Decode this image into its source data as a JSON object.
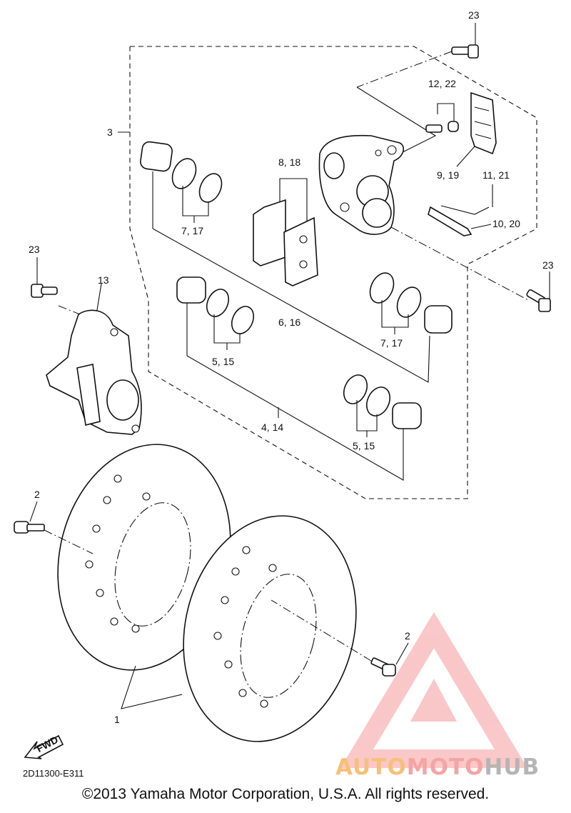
{
  "callouts": {
    "c1": "1",
    "c2a": "2",
    "c2b": "2",
    "c3": "3",
    "c4_14": "4, 14",
    "c5_15a": "5, 15",
    "c5_15b": "5, 15",
    "c6_16": "6, 16",
    "c7_17a": "7, 17",
    "c7_17b": "7, 17",
    "c8_18": "8, 18",
    "c9_19": "9, 19",
    "c10_20": "10, 20",
    "c11_21": "11, 21",
    "c12_22": "12, 22",
    "c13": "13",
    "c23a": "23",
    "c23b": "23",
    "c23c": "23"
  },
  "fwd_label": "FWD",
  "diagram_code": "2D11300-E311",
  "brand": {
    "part1": "AUTO",
    "part2": "MOTO",
    "part3": "HUB"
  },
  "copyright": "©2013 Yamaha Motor Corporation, U.S.A. All rights reserved.",
  "colors": {
    "line": "#111111",
    "brand_orange": "#f7c07a",
    "brand_pink": "#f4a4a4",
    "brand_gray": "#b5b5b5"
  }
}
